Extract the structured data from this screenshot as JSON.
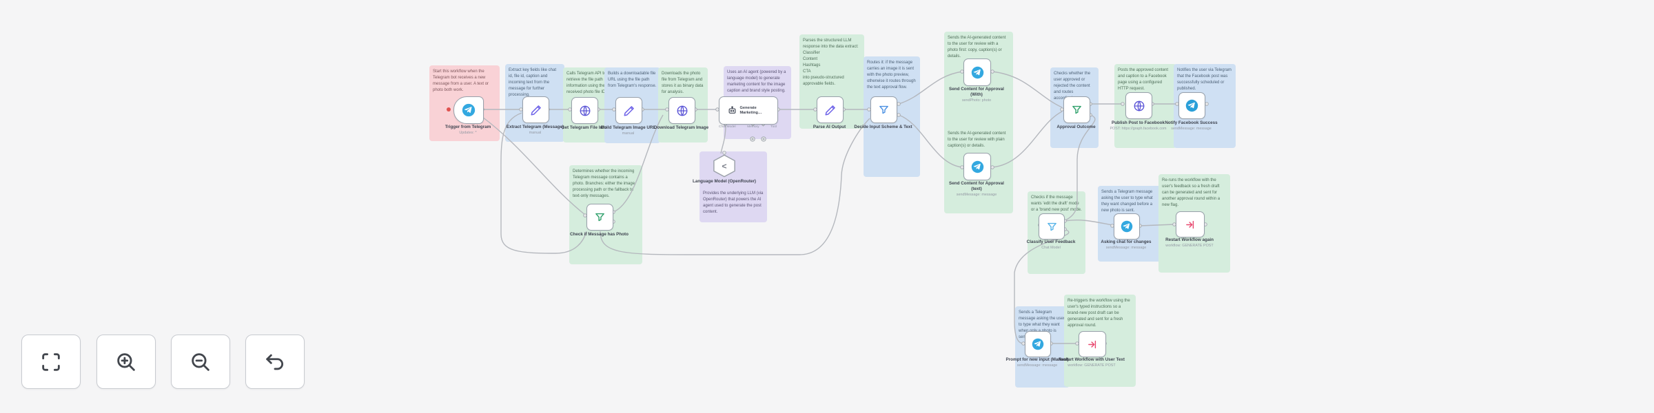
{
  "canvas": {
    "background": "#f5f5f6"
  },
  "toolbar": {
    "buttons": [
      {
        "icon": "fit-view-icon"
      },
      {
        "icon": "zoom-in-icon"
      },
      {
        "icon": "zoom-out-icon"
      },
      {
        "icon": "undo-icon"
      }
    ]
  },
  "colors": {
    "telegram": "#33a8e0",
    "pencil": "#6e63e8",
    "globe": "#5a54d6",
    "funnel_green": "#2fa06b",
    "funnel_blue": "#4a90e2",
    "funnel_light": "#56b3e8",
    "execute_red": "#e8486f",
    "wire": "#b4b7bd"
  },
  "stickies": [
    {
      "text": "Start this workflow when the Telegram bot receives a new message from a user. A text or photo both work."
    },
    {
      "text": "Extract key fields like chat id, file id, caption and incoming text from the message for further processing."
    },
    {
      "text": "Calls Telegram API to retrieve the file path information using the received photo file ID."
    },
    {
      "text": "Builds a downloadable file URL using the file path from Telegram's response."
    },
    {
      "text": "Downloads the photo file from Telegram and stores it as binary data for analysis."
    },
    {
      "text": "Uses an AI agent (powered by a language model) to generate marketing content for the image caption and brand style posting."
    },
    {
      "text": "Provides the underlying LLM (via OpenRouter) that powers the AI agent used to generate the post content."
    },
    {
      "text": "Parses the structured LLM response into the data extract:\nClassifier\nContent\nHashtags\nCTA\ninto pseudo-structured approvable fields."
    },
    {
      "text": "Routes it: if the message carries an image it is sent with the photo preview, otherwise it routes through the text approval flow."
    },
    {
      "text": "Sends the AI-generated content to the user for review with a photo first: copy, caption(s) or details."
    },
    {
      "text": "Sends the AI-generated content to the user for review with plain caption(s) or details."
    },
    {
      "text": "Checks whether the user approved or rejected the content and routes accordingly."
    },
    {
      "text": "Posts the approved content and caption to a Facebook page using a configured HTTP request."
    },
    {
      "text": "Notifies the user via Telegram that the Facebook post was successfully scheduled or published."
    },
    {
      "text": "Determines whether the incoming Telegram message contains a photo. Branches: either the image processing path or the fallback to text-only messages."
    },
    {
      "text": "Checks if the message wants 'edit the draft' mode or a 'brand new post' mode."
    },
    {
      "text": "Sends a Telegram message asking the user to type what they want changed before a new photo is sent."
    },
    {
      "text": "Re-runs the workflow with the user's feedback so a fresh draft can be generated and sent for another approval round within a new flag."
    },
    {
      "text": "Sends a Telegram message asking the user to type what they want when only a photo is sent."
    },
    {
      "text": "Re-triggers the workflow using the user's typed instructions so a brand-new post draft can be generated and sent for a fresh approval round."
    }
  ],
  "nodes": [
    {
      "label": "Trigger from Telegram",
      "sub": "Updates: *"
    },
    {
      "label": "Extract Telegram (Message)",
      "sub": "manual"
    },
    {
      "label": "Get Telegram File Info",
      "sub": ""
    },
    {
      "label": "Build Telegram Image URL",
      "sub": "manual"
    },
    {
      "label": "Download Telegram Image",
      "sub": ""
    },
    {
      "label": "Generate Marketing…",
      "sub": ""
    },
    {
      "label": "Language Model (OpenRouter)",
      "sub": ""
    },
    {
      "label": "Parse AI Output",
      "sub": ""
    },
    {
      "label": "Decide Input Scheme & Text",
      "sub": ""
    },
    {
      "label": "Send Content for Approval (With)",
      "sub": "sendPhoto: photo"
    },
    {
      "label": "Send Content for Approval (text)",
      "sub": "sendMessage: message"
    },
    {
      "label": "Approval Outcome",
      "sub": ""
    },
    {
      "label": "Publish Post to Facebook",
      "sub": "POST: https://graph.facebook.com"
    },
    {
      "label": "Notify Facebook Success",
      "sub": "sendMessage: message"
    },
    {
      "label": "Check if Message has Photo",
      "sub": ""
    },
    {
      "label": "Classify User Feedback",
      "sub": "Chat Model"
    },
    {
      "label": "Asking chat for changes",
      "sub": "sendMessage: message"
    },
    {
      "label": "Restart Workflow again",
      "sub": "workflow: GENERATE POST"
    },
    {
      "label": "Prompt for new input (Manual)",
      "sub": "sendMessage: message"
    },
    {
      "label": "Restart Workflow with User Text",
      "sub": "workflow: GENERATE POST"
    }
  ],
  "agent": {
    "ports": [
      "Chat Model",
      "Memory",
      "Tool"
    ]
  }
}
